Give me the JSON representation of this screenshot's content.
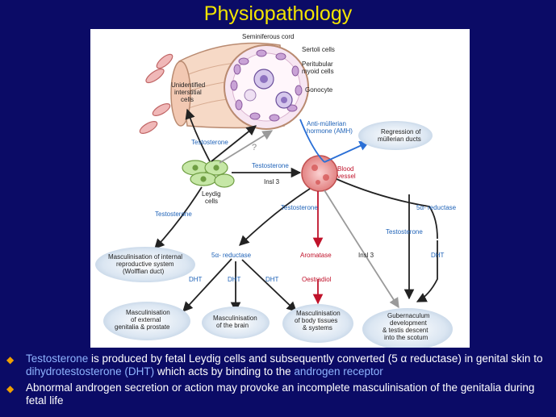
{
  "title": "Physiopathology",
  "diagram": {
    "labels": {
      "seminiferous_cord": "Seminiferous cord",
      "sertoli_cells": "Sertoli cells",
      "peritubular_1": "Peritubular",
      "peritubular_2": "myoid cells",
      "gonocyte": "Gonocyte",
      "unidentified_1": "Unidentified",
      "unidentified_2": "interstitial",
      "unidentified_3": "cells",
      "amh_1": "Anti-müllerian",
      "amh_2": "hormone (AMH)",
      "regression_1": "Regression of",
      "regression_2": "müllerian ducts",
      "testosterone_a": "Testosterone",
      "question": "?",
      "testosterone_b": "Testosterone",
      "insl3_a": "Insl 3",
      "blood_1": "Blood",
      "blood_2": "vessel",
      "leydig_1": "Leydig",
      "leydig_2": "cells",
      "testosterone_c": "Testosterone",
      "testosterone_d": "Testosterone",
      "five_alpha_right": "5α- reductase",
      "testosterone_e": "Testosterone",
      "internal_1": "Masculinisation of internal",
      "internal_2": "reproductive system",
      "internal_3": "(Wolffian duct)",
      "five_alpha_mid": "5α- reductase",
      "aromatase": "Aromatase",
      "insl3_b": "Insl 3",
      "dht_right": "DHT",
      "dht_1": "DHT",
      "dht_2": "DHT",
      "dht_3": "DHT",
      "oestradiol": "Oestradiol",
      "ext_1": "Masculinisation",
      "ext_2": "of external",
      "ext_3": "genitalia & prostate",
      "brain_1": "Masculinisation",
      "brain_2": "of the brain",
      "body_1": "Masculinisation",
      "body_2": "of body tissues",
      "body_3": "& systems",
      "gub_1": "Gubernaculum",
      "gub_2": "development",
      "gub_3": "& testis descent",
      "gub_4": "into the scotum"
    }
  },
  "bullets": [
    {
      "parts": [
        {
          "text": "Testosterone",
          "highlight": true
        },
        {
          "text": " is produced by fetal Leydig cells and subsequently converted (5 ",
          "highlight": false
        },
        {
          "text": "α",
          "highlight": false
        },
        {
          "text": " reductase) in genital skin to ",
          "highlight": false
        },
        {
          "text": "dihydrotestosterone (DHT)",
          "highlight": true
        },
        {
          "text": " which acts by binding to the ",
          "highlight": false
        },
        {
          "text": "androgen receptor",
          "highlight": true
        }
      ]
    },
    {
      "parts": [
        {
          "text": "Abnormal androgen secretion or action may provoke an incomplete masculinisation of the genitalia during fetal life",
          "highlight": false
        }
      ]
    }
  ],
  "colors": {
    "background": "#0b0b66",
    "title": "#f3e400",
    "highlight": "#8fb4ff",
    "bullet_mark": "#f0a000",
    "blue_arrow": "#2a6fd6",
    "red_arrow": "#c0122a",
    "gray_arrow": "#9a9a9a",
    "label_blue": "#1f63b8",
    "label_red": "#c0122a"
  },
  "icons": {
    "bullet": "diamond-bullet-icon"
  }
}
